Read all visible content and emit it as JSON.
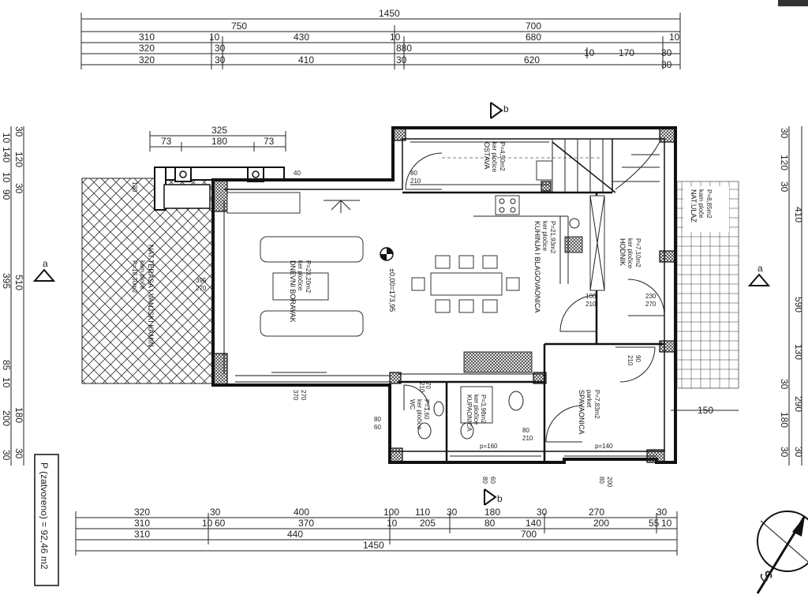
{
  "dimensions_top": {
    "row1": [
      "1450"
    ],
    "row2": [
      "750",
      "700"
    ],
    "row3": [
      "310",
      "10",
      "430",
      "10",
      "680",
      "10"
    ],
    "row4": [
      "320",
      "30",
      "880",
      "10",
      "170",
      "30"
    ],
    "row5": [
      "320",
      "30",
      "410",
      "30",
      "620",
      "30"
    ]
  },
  "dimensions_bottom": {
    "row1": [
      "320",
      "30",
      "400",
      "100",
      "110",
      "30",
      "180",
      "30",
      "270",
      "30"
    ],
    "row2": [
      "310",
      "10",
      "60",
      "370",
      "10",
      "205",
      "80",
      "140",
      "200",
      "55",
      "10"
    ],
    "row3": [
      "310",
      "440",
      "700"
    ],
    "row4": [
      "1450"
    ]
  },
  "dimensions_terrace_top": [
    "325",
    "73",
    "180",
    "73"
  ],
  "dimensions_left": [
    "10",
    "30",
    "140",
    "120",
    "30",
    "10",
    "90",
    "395",
    "510",
    "85",
    "10",
    "180",
    "200",
    "30",
    "30"
  ],
  "dimensions_right": [
    "30",
    "120",
    "30",
    "410",
    "590",
    "130",
    "30",
    "290",
    "180",
    "30",
    "30"
  ],
  "dimension_small": [
    "130",
    "40",
    "150"
  ],
  "rooms": [
    {
      "name": "NAT.TERASA I VANJSKI KAMIN",
      "floor": "kam ploče",
      "area": "P=18,30m2"
    },
    {
      "name": "DNEVNI BORAVAK",
      "floor": "ker pločice",
      "area": "P=23,20m2"
    },
    {
      "name": "KUHINJA I BLAGOVAONICA",
      "floor": "ker pločice",
      "area": "P=21,93m2"
    },
    {
      "name": "OSTAVA",
      "floor": "ker pločice",
      "area": "P=4,50m2"
    },
    {
      "name": "HODNIK",
      "floor": "ker pločice",
      "area": "P=7,10m2"
    },
    {
      "name": "NAT.ULAZ",
      "floor": "kam ploče",
      "area": "P=8,85m2"
    },
    {
      "name": "SPAVAONICA",
      "floor": "parket",
      "area": "P=7,83m2"
    },
    {
      "name": "KUPAONICA",
      "floor": "ker pločice",
      "area": "P=3,98m2"
    },
    {
      "name": "WC",
      "floor": "ker pločice",
      "area": "P=1,60"
    }
  ],
  "level_mark": "±0,00=173,95",
  "openings": {
    "window_living": [
      "395",
      "270"
    ],
    "door_terrace": [
      "370",
      "270"
    ],
    "door_storage": [
      "80",
      "210"
    ],
    "door_kitchen": [
      "100",
      "210"
    ],
    "door_entry": [
      "230",
      "270"
    ],
    "door_bedroom": [
      "90",
      "210"
    ],
    "door_bath": [
      "80",
      "210"
    ],
    "door_wc_a": [
      "70",
      "210"
    ],
    "door_wc_b": [
      "80",
      "60"
    ],
    "sill_bath": "p=160",
    "sill_bedroom": "p=140",
    "window_bath": [
      "60",
      "80"
    ],
    "window_bedroom": [
      "200",
      "80"
    ]
  },
  "section_marks": {
    "top": "b",
    "bottom": "b",
    "left": "a",
    "right": "a"
  },
  "total_area": "P (zatvoreno) = 92,46 m2",
  "north_label": "S"
}
